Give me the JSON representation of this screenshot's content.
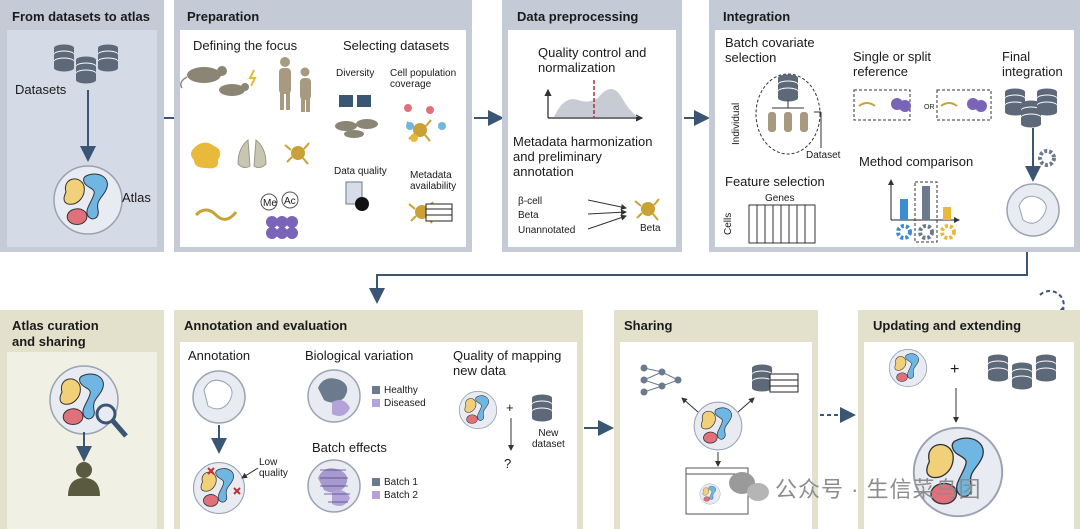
{
  "panels": {
    "from_datasets": {
      "title": "From datasets to atlas",
      "datasets": "Datasets",
      "atlas": "Atlas"
    },
    "preparation": {
      "title": "Preparation",
      "defining_focus": "Defining the focus",
      "selecting_datasets": "Selecting datasets",
      "diversity": "Diversity",
      "cell_population_coverage": "Cell population\ncoverage",
      "data_quality": "Data quality",
      "metadata_availability": "Metadata\navailability",
      "me": "Me",
      "ac": "Ac"
    },
    "data_preprocessing": {
      "title": "Data preprocessing",
      "quality_control": "Quality control and\nnormalization",
      "metadata_harmonization": "Metadata harmonization\nand preliminary\nannotation",
      "labels": [
        "β-cell",
        "Beta",
        "Unannotated"
      ],
      "beta": "Beta"
    },
    "integration": {
      "title": "Integration",
      "batch_covariate": "Batch covariate\nselection",
      "individual": "Individual",
      "dataset": "Dataset",
      "single_split": "Single or split\nreference",
      "or": "OR",
      "final_integration": "Final\nintegration",
      "method_comparison": "Method comparison",
      "feature_selection": "Feature selection",
      "genes": "Genes",
      "cells": "Cells"
    },
    "atlas_curation": {
      "title": "Atlas curation\nand sharing"
    },
    "annotation_evaluation": {
      "title": "Annotation and evaluation",
      "annotation": "Annotation",
      "low_quality": "Low\nquality",
      "biological_variation": "Biological variation",
      "healthy": "Healthy",
      "diseased": "Diseased",
      "batch_effects": "Batch effects",
      "batch1": "Batch 1",
      "batch2": "Batch 2",
      "quality_mapping": "Quality of mapping\nnew data",
      "plus": "+",
      "new_dataset": "New\ndataset",
      "question": "?"
    },
    "sharing": {
      "title": "Sharing"
    },
    "updating": {
      "title": "Updating and extending",
      "plus": "+"
    }
  },
  "watermark": "公众号 · 生信菜鸟团",
  "colors": {
    "panel_blue": "#c4cad6",
    "panel_beige": "#e3e1cc",
    "arrow": "#3b5675",
    "cell_yellow": "#f1d07a",
    "cell_blue": "#6fb6e3",
    "cell_red": "#e0707a",
    "purple": "#7a64b8",
    "gold": "#c9a136",
    "db": "#5d6878",
    "bar_blue": "#3b8cd0",
    "bar_gray": "#6b7a8c",
    "bar_gold": "#e8b93a"
  }
}
